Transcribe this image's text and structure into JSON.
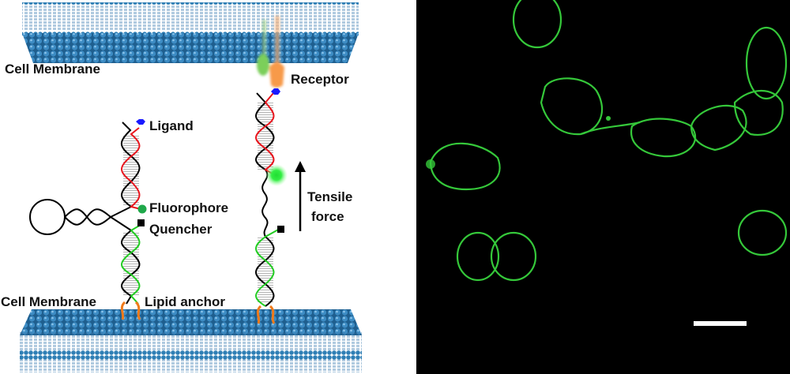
{
  "left_panel": {
    "labels": {
      "top_membrane": "Cell Membrane",
      "receptor": "Receptor",
      "ligand": "Ligand",
      "fluorophore": "Fluorophore",
      "quencher": "Quencher",
      "bottom_membrane": "Cell Membrane",
      "lipid_anchor": "Lipid anchor",
      "tensile": "Tensile",
      "force": "force"
    },
    "colors": {
      "membrane": "#2f7fb5",
      "ligand": "#1a1aff",
      "fluorophore": "#1fa84a",
      "upper_strand": "#e8141c",
      "lower_strand": "#22cc22",
      "anchor": "#f07a1a"
    }
  },
  "right_panel": {
    "colors": {
      "background": "#000000",
      "stain": "#35c83a",
      "scale_bar": "#ffffff"
    }
  }
}
